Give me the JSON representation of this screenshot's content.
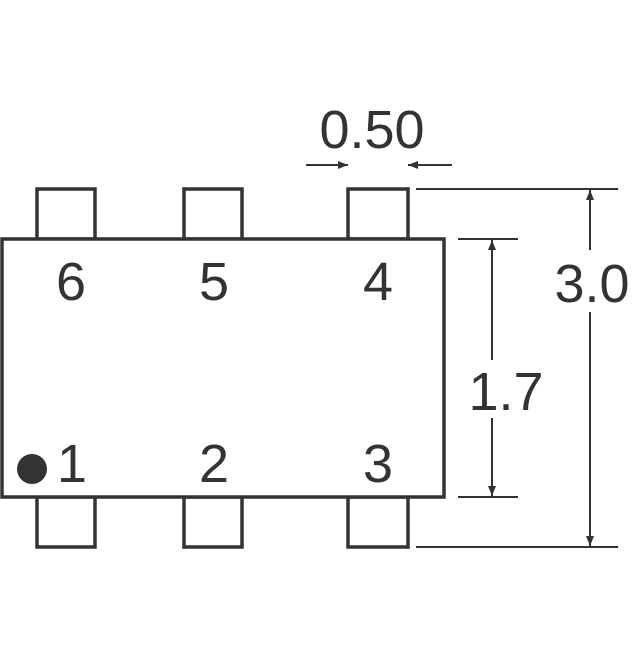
{
  "package": {
    "pin_labels": {
      "pin1": "1",
      "pin2": "2",
      "pin3": "3",
      "pin4": "4",
      "pin5": "5",
      "pin6": "6"
    },
    "pin1_marker": "filled-circle"
  },
  "dimensions": {
    "lead_pitch": "0.50",
    "body_height": "1.7",
    "overall_height": "3.0"
  },
  "colors": {
    "line": "#333333",
    "background": "#ffffff"
  }
}
